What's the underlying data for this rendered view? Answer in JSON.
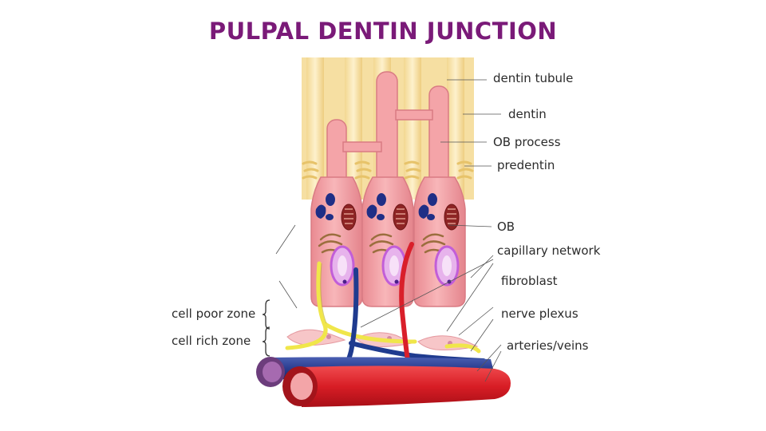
{
  "title": "PULPAL DENTIN JUNCTION",
  "colors": {
    "title": "#7a1a78",
    "dentin": "#f6dfa2",
    "tubule": "#e9c979",
    "cell": "#f4a4a8",
    "cell_edge": "#d97b83",
    "nucleus_fill": "#e7b3ec",
    "nucleus_edge": "#c25ed8",
    "nerve_blue": "#1f3b8f",
    "capillary_red": "#d91f2a",
    "fibroblast_yellow": "#f0e64a",
    "leader_line": "#555555"
  },
  "labels": {
    "dentin_tubule": "dentin tubule",
    "dentin": "dentin",
    "ob_process": "OB process",
    "predentin": "predentin",
    "ob": "OB",
    "capillary_network": "capillary network",
    "fibroblast": "fibroblast",
    "nerve_plexus": "nerve plexus",
    "arteries_veins": "arteries/veins",
    "cell_poor_zone": "cell poor zone",
    "cell_rich_zone": "cell rich zone"
  }
}
